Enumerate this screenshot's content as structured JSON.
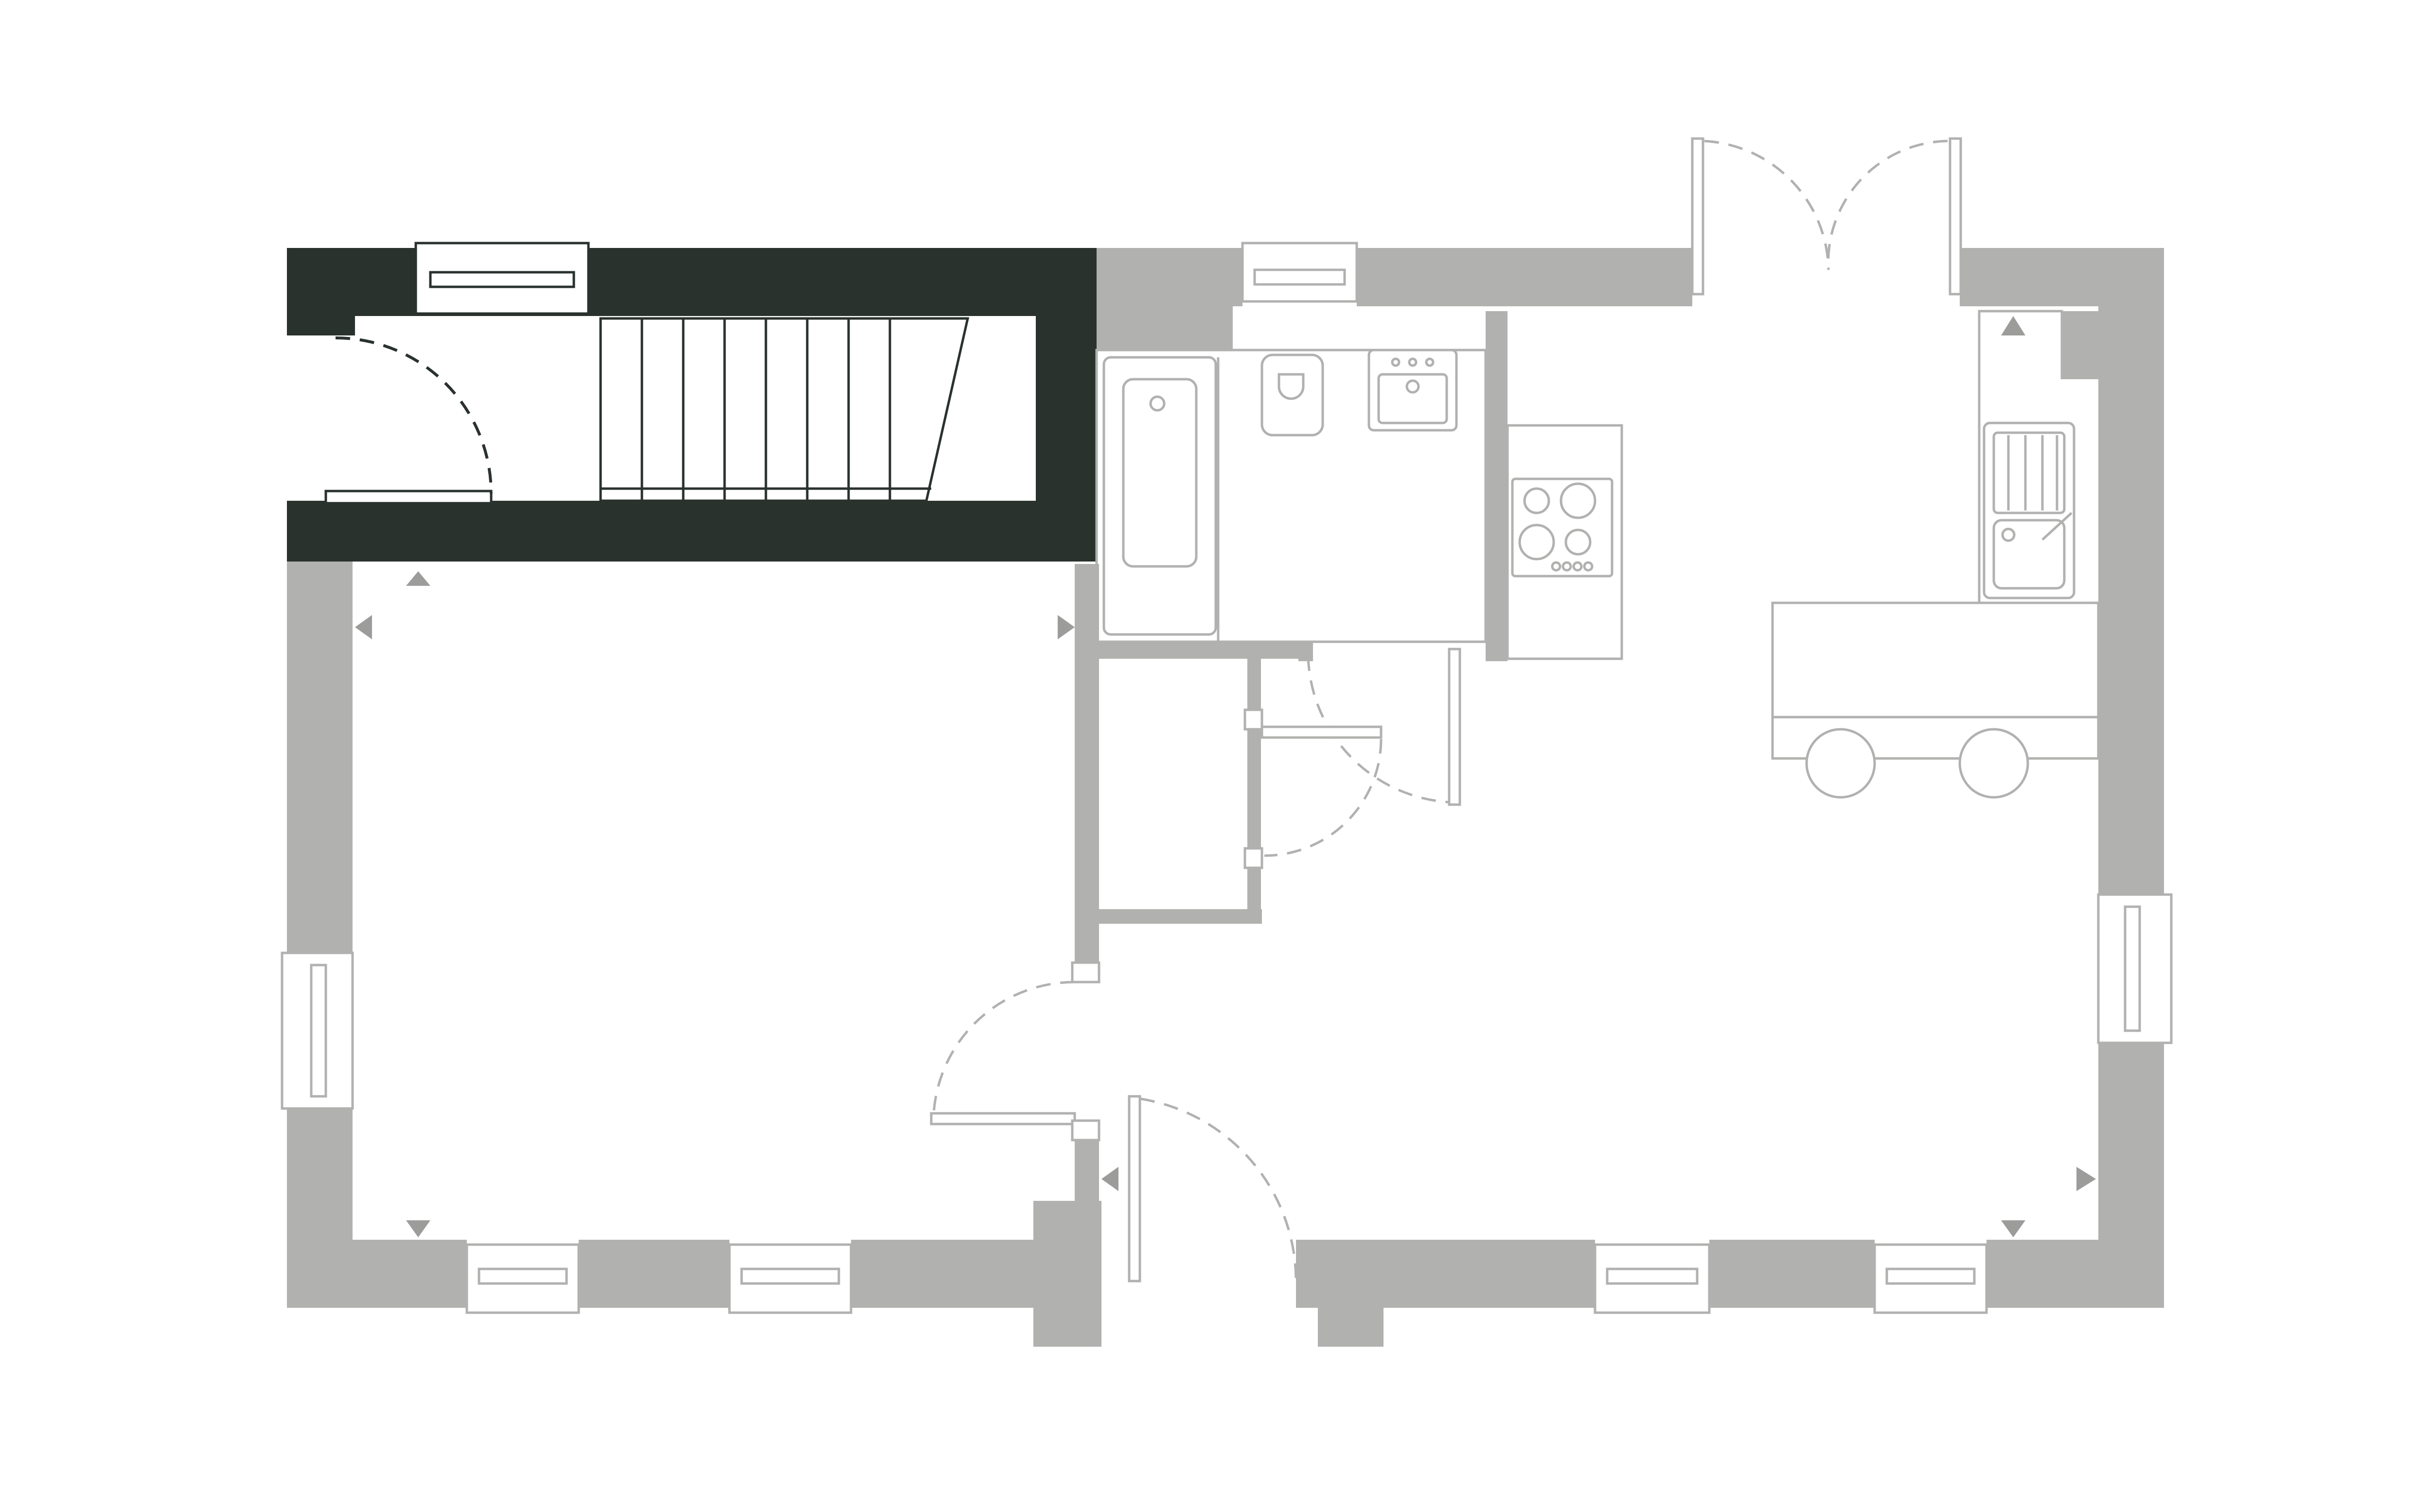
{
  "colors": {
    "wall": "#b1b1b0",
    "wall_highlight": "#2a322e",
    "fixture": "#b1b1b0",
    "stair_line": "#2a322e",
    "marker": "#9c9c9b",
    "background": "#ffffff"
  },
  "plan": {
    "type": "floor-plan",
    "highlighted_area": "staircase",
    "rooms": [
      "living-room",
      "bathroom",
      "storage-cupboard",
      "kitchen-dining",
      "staircase"
    ],
    "fixtures": [
      "bath",
      "toilet",
      "basin",
      "hob",
      "kitchen-sink",
      "kitchen-island",
      "bar-stool",
      "bar-stool"
    ],
    "icons": [
      "room-dimension-marker-icon",
      "door-swing-icon",
      "window-icon"
    ]
  }
}
